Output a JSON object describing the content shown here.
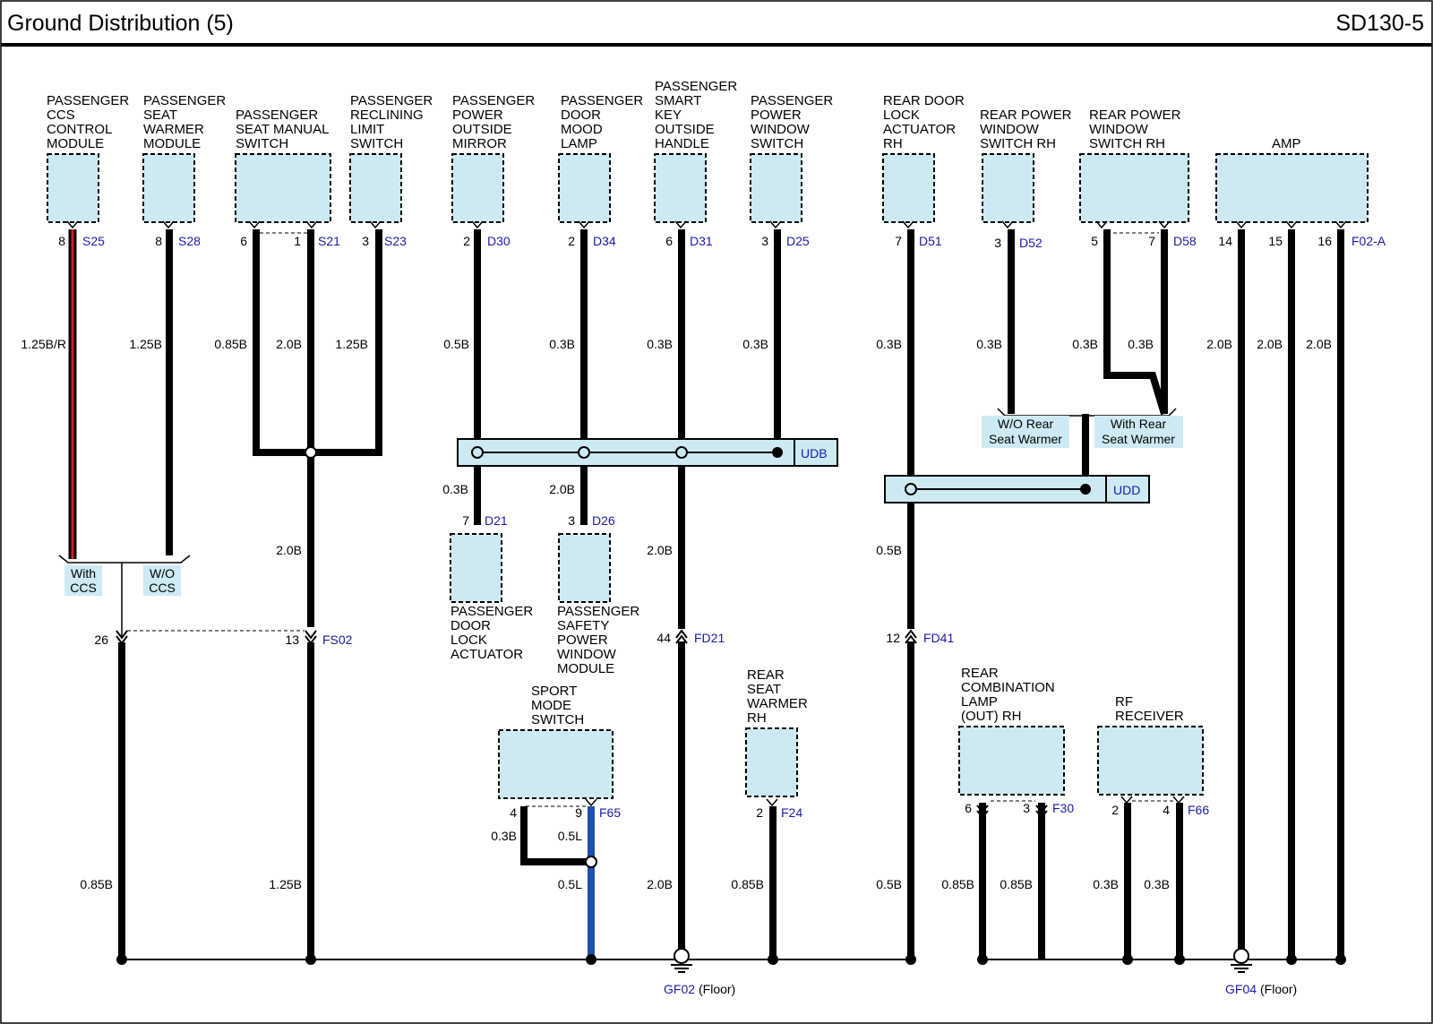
{
  "header": {
    "title": "Ground Distribution (5)",
    "code": "SD130-5"
  },
  "components": {
    "p_ccs": {
      "name": [
        "PASSENGER",
        "CCS",
        "CONTROL",
        "MODULE"
      ],
      "conn": "S25",
      "pins": [
        "8"
      ],
      "wires": [
        "1.25B/R"
      ]
    },
    "p_seat_warmer": {
      "name": [
        "PASSENGER",
        "SEAT",
        "WARMER",
        "MODULE"
      ],
      "conn": "S28",
      "pins": [
        "8"
      ],
      "wires": [
        "1.25B"
      ]
    },
    "p_seat_manual": {
      "name": [
        "PASSENGER",
        "SEAT MANUAL",
        "SWITCH"
      ],
      "conn": "S21",
      "pins": [
        "6",
        "1"
      ],
      "wires": [
        "0.85B",
        "2.0B"
      ]
    },
    "p_reclining": {
      "name": [
        "PASSENGER",
        "RECLINING",
        "LIMIT",
        "SWITCH"
      ],
      "conn": "S23",
      "pins": [
        "3"
      ],
      "wires": [
        "1.25B"
      ]
    },
    "p_mirror": {
      "name": [
        "PASSENGER",
        "POWER",
        "OUTSIDE",
        "MIRROR"
      ],
      "conn": "D30",
      "pins": [
        "2"
      ],
      "wires": [
        "0.5B"
      ]
    },
    "p_mood": {
      "name": [
        "PASSENGER",
        "DOOR",
        "MOOD",
        "LAMP"
      ],
      "conn": "D34",
      "pins": [
        "2"
      ],
      "wires": [
        "0.3B"
      ]
    },
    "p_smartkey": {
      "name": [
        "PASSENGER",
        "SMART",
        "KEY",
        "OUTSIDE",
        "HANDLE"
      ],
      "conn": "D31",
      "pins": [
        "6"
      ],
      "wires": [
        "0.3B"
      ]
    },
    "p_window": {
      "name": [
        "PASSENGER",
        "POWER",
        "WINDOW",
        "SWITCH"
      ],
      "conn": "D25",
      "pins": [
        "3"
      ],
      "wires": [
        "0.3B"
      ]
    },
    "r_lock": {
      "name": [
        "REAR DOOR",
        "LOCK",
        "ACTUATOR",
        "RH"
      ],
      "conn": "D51",
      "pins": [
        "7"
      ],
      "wires": [
        "0.3B"
      ]
    },
    "r_win1": {
      "name": [
        "REAR POWER",
        "WINDOW",
        "SWITCH RH"
      ],
      "conn": "D52",
      "pins": [
        "3"
      ],
      "wires": [
        "0.3B"
      ]
    },
    "r_win2": {
      "name": [
        "REAR POWER",
        "WINDOW",
        "SWITCH RH"
      ],
      "conn": "D58",
      "pins": [
        "5",
        "7"
      ],
      "wires": [
        "0.3B",
        "0.3B"
      ]
    },
    "amp": {
      "name": [
        "AMP"
      ],
      "conn": "F02-A",
      "pins": [
        "14",
        "15",
        "16"
      ],
      "wires": [
        "2.0B",
        "2.0B",
        "2.0B"
      ]
    },
    "p_door_lock": {
      "name": [
        "PASSENGER",
        "DOOR",
        "LOCK",
        "ACTUATOR"
      ],
      "conn": "D21",
      "pins": [
        "7"
      ],
      "wires": [
        "0.3B"
      ]
    },
    "p_safety_window": {
      "name": [
        "PASSENGER",
        "SAFETY",
        "POWER",
        "WINDOW",
        "MODULE"
      ],
      "conn": "D26",
      "pins": [
        "3"
      ],
      "wires": [
        "2.0B"
      ]
    },
    "sport": {
      "name": [
        "SPORT",
        "MODE",
        "SWITCH"
      ],
      "conn": "F65",
      "pins": [
        "4",
        "9"
      ],
      "wires": [
        "0.3B",
        "0.5L",
        "0.5L"
      ]
    },
    "rear_warmer": {
      "name": [
        "REAR",
        "SEAT",
        "WARMER",
        "RH"
      ],
      "conn": "F24",
      "pins": [
        "2"
      ],
      "wires": [
        "0.85B"
      ]
    },
    "rear_combo": {
      "name": [
        "REAR",
        "COMBINATION",
        "LAMP",
        "(OUT) RH"
      ],
      "conn": "F30",
      "pins": [
        "6",
        "3"
      ],
      "wires": [
        "0.85B",
        "0.85B"
      ]
    },
    "rf": {
      "name": [
        "RF",
        "RECEIVER"
      ],
      "conn": "F66",
      "pins": [
        "2",
        "4"
      ],
      "wires": [
        "0.3B",
        "0.3B"
      ]
    }
  },
  "joints": {
    "udb": "UDB",
    "udd": "UDD"
  },
  "options": {
    "with_ccs": [
      "With",
      "CCS"
    ],
    "wo_ccs": [
      "W/O",
      "CCS"
    ],
    "wo_rear": [
      "W/O Rear",
      "Seat Warmer"
    ],
    "with_rear": [
      "With Rear",
      "Seat Warmer"
    ]
  },
  "connectors": {
    "fs02": {
      "id": "FS02",
      "pins": [
        "26",
        "13"
      ],
      "wires_below": [
        "0.85B",
        "1.25B"
      ],
      "wire_mid": "2.0B"
    },
    "fd21": {
      "id": "FD21",
      "pin": "44",
      "wire_above": "2.0B",
      "wire_below": "2.0B"
    },
    "fd41": {
      "id": "FD41",
      "pin": "12",
      "wire_above": "0.5B",
      "wire_below": "0.5B"
    }
  },
  "grounds": {
    "gf02": {
      "id": "GF02",
      "loc": "(Floor)"
    },
    "gf04": {
      "id": "GF04",
      "loc": "(Floor)"
    }
  },
  "colors": {
    "wire": "#000000",
    "wire_red": "#d42020",
    "wire_blue": "#1f4fb0",
    "box_fill": "#cdeaf2",
    "conn_text": "#1a1aa8"
  }
}
